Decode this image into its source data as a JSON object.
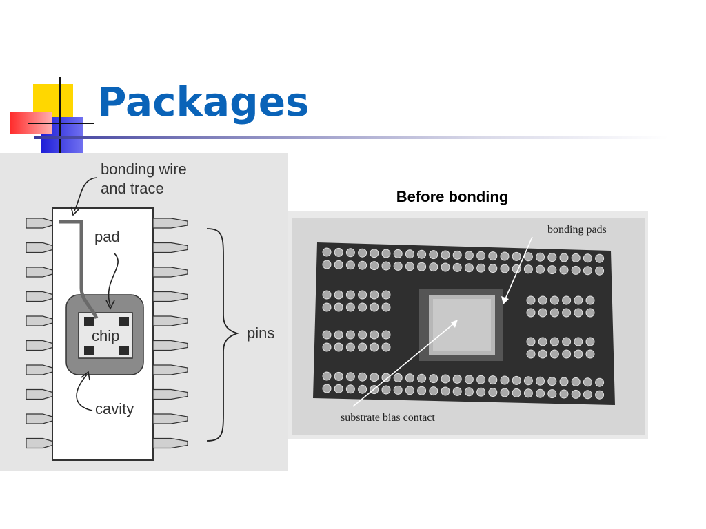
{
  "slide": {
    "title": "Packages",
    "accent_colors": {
      "yellow": "#ffd700",
      "blue": "#2a2ae0",
      "red": "#ff3b3b",
      "title_blue": "#0a63b8"
    }
  },
  "left_diagram": {
    "labels": {
      "bonding_wire_line1": "bonding wire",
      "bonding_wire_line2": "and trace",
      "pad": "pad",
      "chip": "chip",
      "cavity": "cavity",
      "pins": "pins"
    },
    "pins_per_side": 10
  },
  "photo": {
    "caption": "Before bonding",
    "labels": {
      "bonding_pads": "bonding pads",
      "substrate_bias_contact": "substrate bias contact"
    }
  }
}
